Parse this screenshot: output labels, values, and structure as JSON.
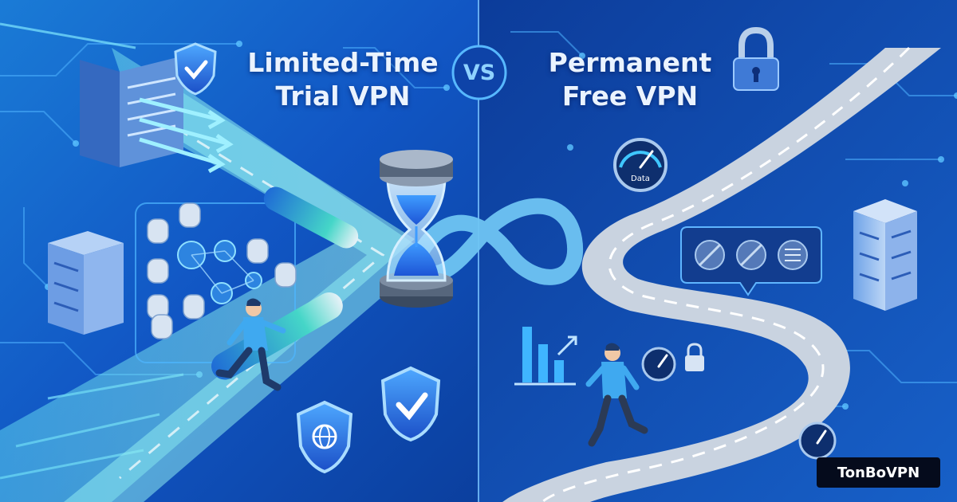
{
  "headline": {
    "left_title": [
      "Limited-Time",
      "Trial VPN"
    ],
    "vs_label": "VS",
    "right_title": [
      "Permanent",
      "Free VPN"
    ]
  },
  "gauge": {
    "label": "Data"
  },
  "brand": {
    "name": "TonBoVPN"
  },
  "colors": {
    "background_left": "#1156c4",
    "background_right": "#0c3c9a",
    "left_road": "#7ee3f0",
    "right_road": "#c9d3e0",
    "accent": "#3fc7ff",
    "badge_bg": "#050b1c"
  },
  "icons": [
    "shield-check-icon",
    "padlock-icon",
    "hourglass-icon",
    "infinity-loop-icon",
    "server-rack-icon",
    "database-icon",
    "globe-icon",
    "speedometer-icon",
    "bar-chart-icon",
    "blocked-server-icon",
    "runner-icon",
    "progress-bar-icon"
  ]
}
